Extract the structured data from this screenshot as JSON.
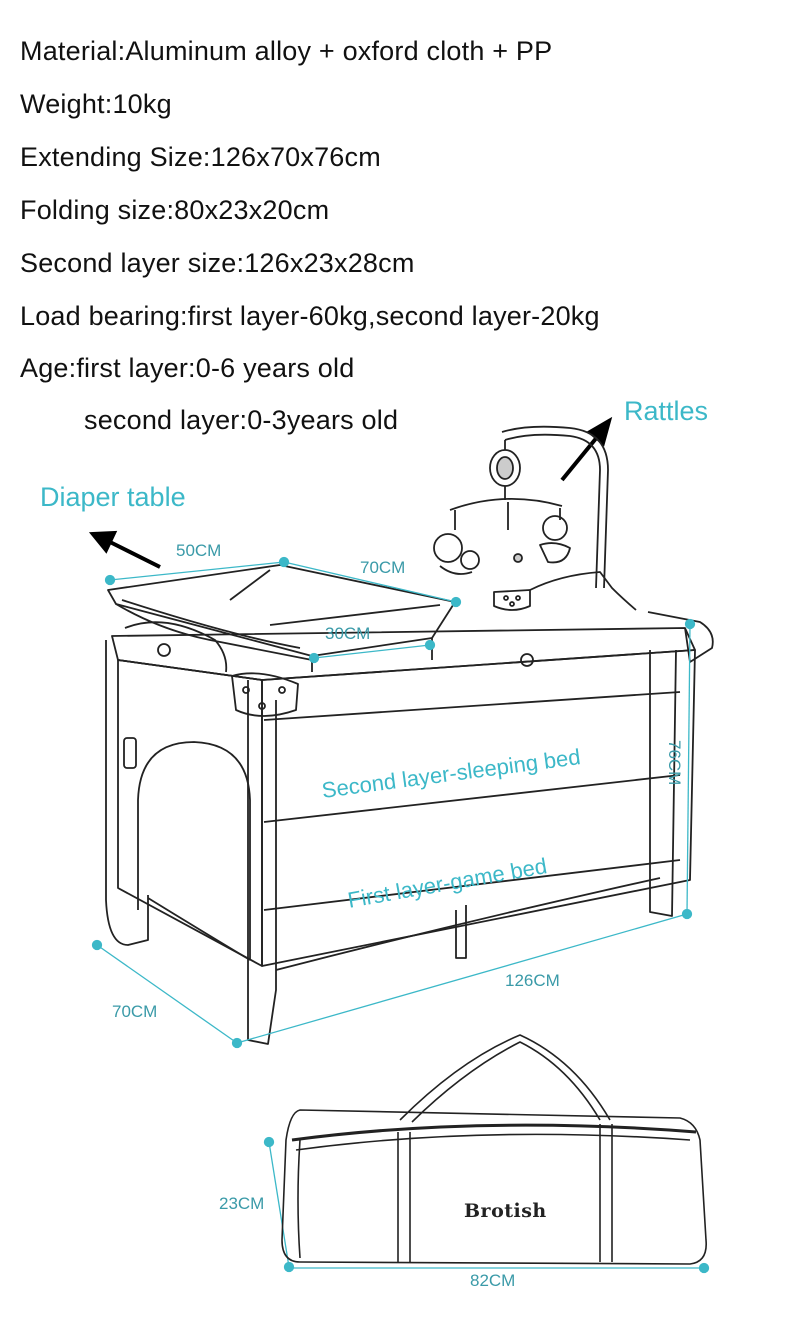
{
  "specs": {
    "material": "Material:Aluminum alloy + oxford cloth + PP",
    "weight": "Weight:10kg",
    "extending_size": "Extending Size:126x70x76cm",
    "folding_size": "Folding size:80x23x20cm",
    "second_layer_size": "Second layer size:126x23x28cm",
    "load_bearing": "Load bearing:first layer-60kg,second layer-20kg",
    "age_first": "Age:first layer:0-6 years old",
    "age_second": "second layer:0-3years old"
  },
  "callouts": {
    "rattles": "Rattles",
    "diaper_table": "Diaper table"
  },
  "bed_labels": {
    "second_layer": "Second layer-sleeping bed",
    "first_layer": "First layer-game bed"
  },
  "dimensions": {
    "table_depth": "50CM",
    "table_width": "70CM",
    "table_inner": "30CM",
    "height": "76CM",
    "length": "126CM",
    "depth": "70CM",
    "bag_height": "23CM",
    "bag_length": "82CM"
  },
  "bag_brand": "Brotish",
  "colors": {
    "accent": "#3cb8c8",
    "text": "#111111",
    "line": "#222222"
  }
}
